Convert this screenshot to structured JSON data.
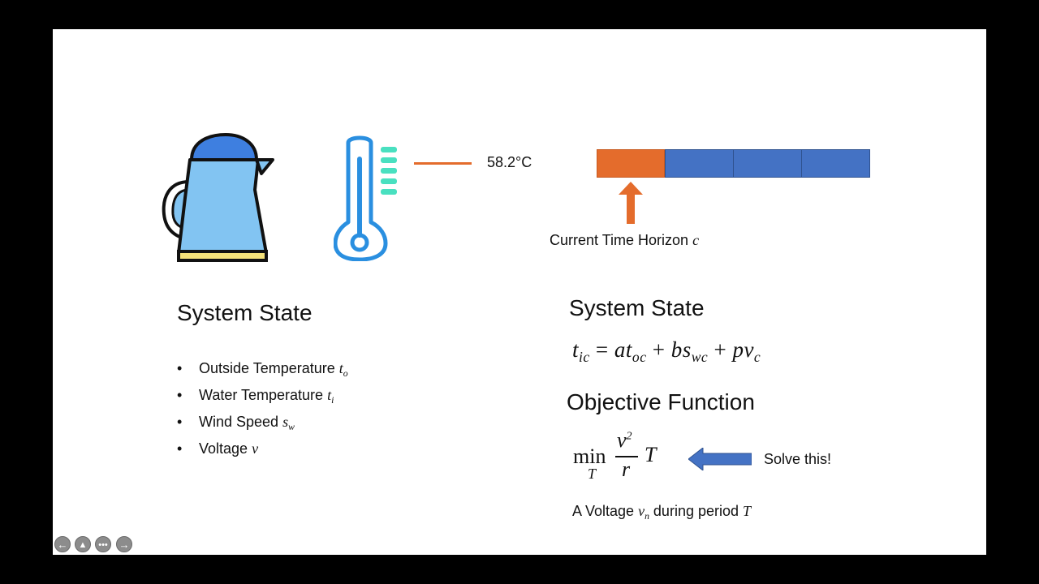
{
  "thermometer_reading": "58.2°C",
  "timeline": {
    "label_text": "Current Time Horizon ",
    "label_var": "c"
  },
  "left": {
    "heading": "System State",
    "bullets": [
      {
        "text": "Outside Temperature ",
        "var": "t",
        "sub": "o"
      },
      {
        "text": "Water Temperature ",
        "var": "t",
        "sub": "i"
      },
      {
        "text": "Wind Speed ",
        "var": "s",
        "sub": "w"
      },
      {
        "text": "Voltage ",
        "var": "v",
        "sub": ""
      }
    ]
  },
  "right": {
    "heading": "System State",
    "equation": {
      "lhs": "t",
      "lhs_sub": "ic",
      "eq": " = ",
      "t1": "at",
      "t1_sub": "oc",
      "plus1": " + ",
      "t2": "bs",
      "t2_sub": "wc",
      "plus2": " + ",
      "t3": "pv",
      "t3_sub": "c"
    },
    "objective_heading": "Objective Function",
    "objective": {
      "min": "min",
      "min_sub": "T",
      "num": "v",
      "num_sup": "2",
      "den": "r",
      "tail": "T"
    },
    "solve_label": "Solve this!",
    "caption_a": "A Voltage ",
    "caption_var": "v",
    "caption_sub": "n",
    "caption_b": " during period ",
    "caption_var2": "T"
  },
  "colors": {
    "orange": "#E46C2C",
    "blue": "#4472C4",
    "kettle_light": "#82C4F2",
    "kettle_lid": "#3E7FE0",
    "thermo_blue": "#2A8FE0",
    "thermo_ticks": "#49E0C0"
  },
  "nav_icons": [
    "arrow-left-icon",
    "pen-icon",
    "more-icon",
    "arrow-right-icon"
  ]
}
